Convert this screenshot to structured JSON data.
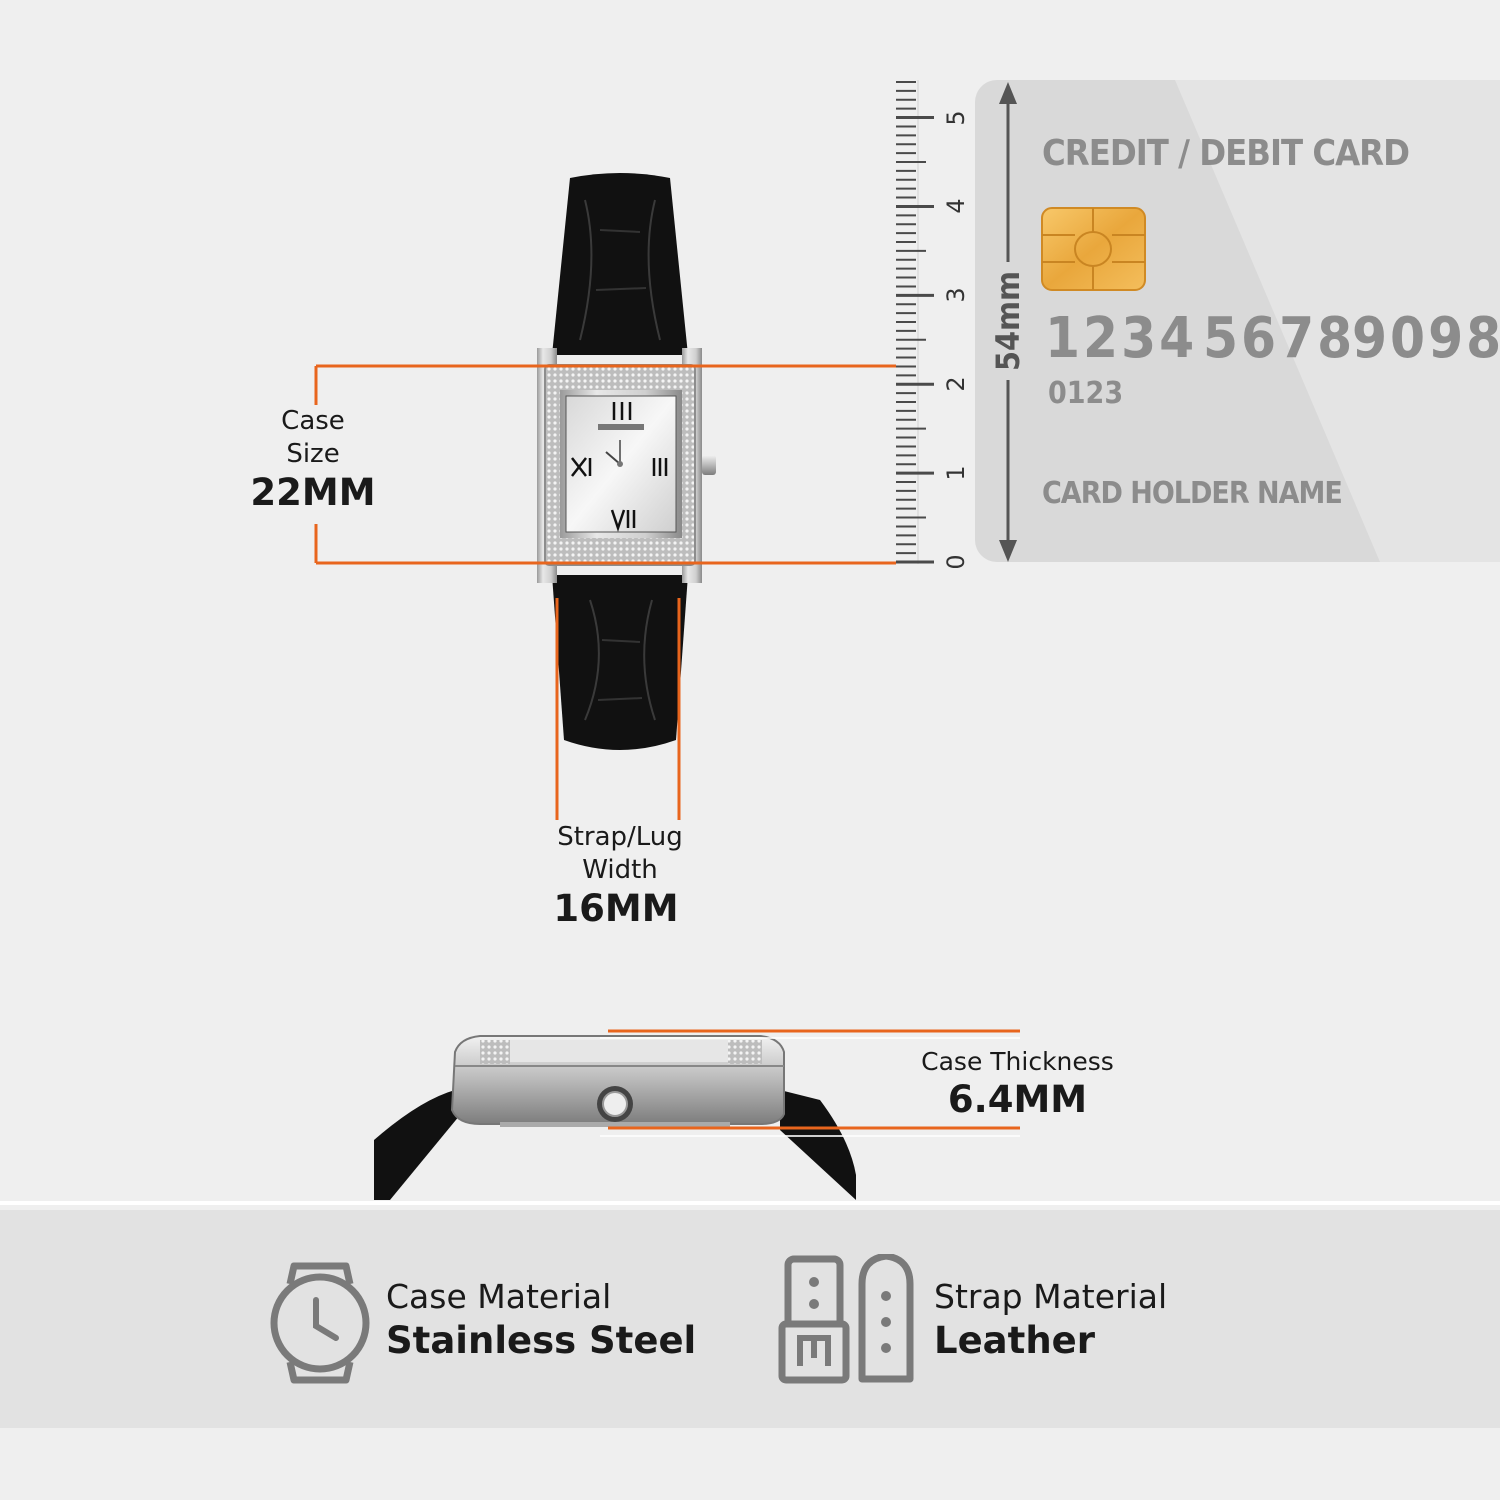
{
  "measurements": {
    "case_size": {
      "line1": "Case",
      "line2": "Size",
      "value": "22MM"
    },
    "strap_width": {
      "line1": "Strap/Lug",
      "line2": "Width",
      "value": "16MM"
    },
    "case_thickness": {
      "label": "Case Thickness",
      "value": "6.4MM"
    }
  },
  "ruler": {
    "ticks": [
      "0",
      "1",
      "2",
      "3",
      "4",
      "5"
    ],
    "card_height_label": "54mm"
  },
  "card": {
    "title": "CREDIT / DEBIT CARD",
    "number_groups": [
      "1234",
      "5678",
      "9098"
    ],
    "sub_number": "0123",
    "holder": "CARD HOLDER NAME"
  },
  "features": [
    {
      "label": "Case Material",
      "value": "Stainless Steel",
      "icon": "watch-icon"
    },
    {
      "label": "Strap Material",
      "value": "Leather",
      "icon": "strap-icon"
    }
  ],
  "colors": {
    "accent": "#e8651d",
    "background": "#efefef",
    "band": "#e2e2e2",
    "strap": "#111111"
  }
}
